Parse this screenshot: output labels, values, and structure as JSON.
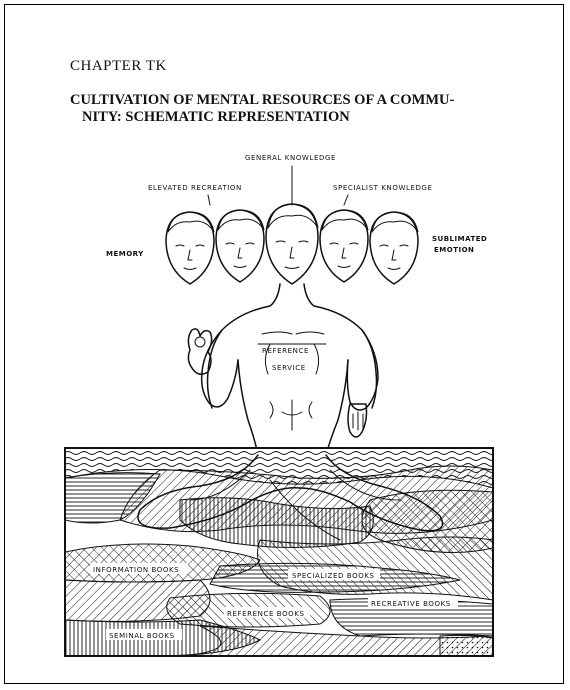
{
  "chapter": "CHAPTER TK",
  "title_line1": "CULTIVATION OF MENTAL RESOURCES OF A COMMU-",
  "title_line2": "NITY: SCHEMATIC REPRESENTATION",
  "figure": {
    "head_labels": {
      "general": "GENERAL KNOWLEDGE",
      "elevated": "ELEVATED RECREATION",
      "specialist": "SPECIALIST KNOWLEDGE",
      "memory": "MEMORY",
      "sublimated_1": "SUBLIMATED",
      "sublimated_2": "EMOTION"
    },
    "body_label_1": "REFERENCE",
    "body_label_2": "SERVICE",
    "strata_labels": {
      "information": "INFORMATION BOOKS",
      "specialized": "SPECIALIZED BOOKS",
      "reference": "REFERENCE BOOKS",
      "recreative": "RECREATIVE BOOKS",
      "seminal": "SEMINAL BOOKS"
    }
  }
}
